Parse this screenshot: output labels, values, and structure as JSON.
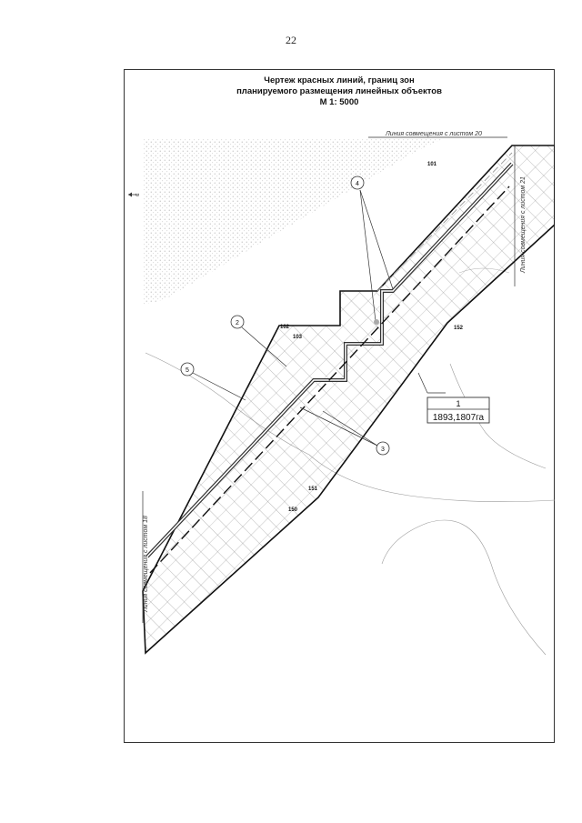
{
  "page_number": "22",
  "title": {
    "line1": "Чертеж красных линий, границ зон",
    "line2": "планируемого размещения линейных объектов",
    "scale": "М 1: 5000"
  },
  "match_lines": {
    "sheet20": "Линия совмещения с листом 20",
    "sheet21": "Линия совмещения с листом 21",
    "sheet18": "Линия совмещения с листом 18"
  },
  "points": {
    "p101": "101",
    "p102": "102",
    "p103": "103",
    "p150": "150",
    "p151": "151",
    "p152": "152"
  },
  "callouts": {
    "c2": "2",
    "c3": "3",
    "c4": "4",
    "c5": "5"
  },
  "zone_label": {
    "number": "1",
    "area": "1893,1807га"
  },
  "north_arrow": "С"
}
